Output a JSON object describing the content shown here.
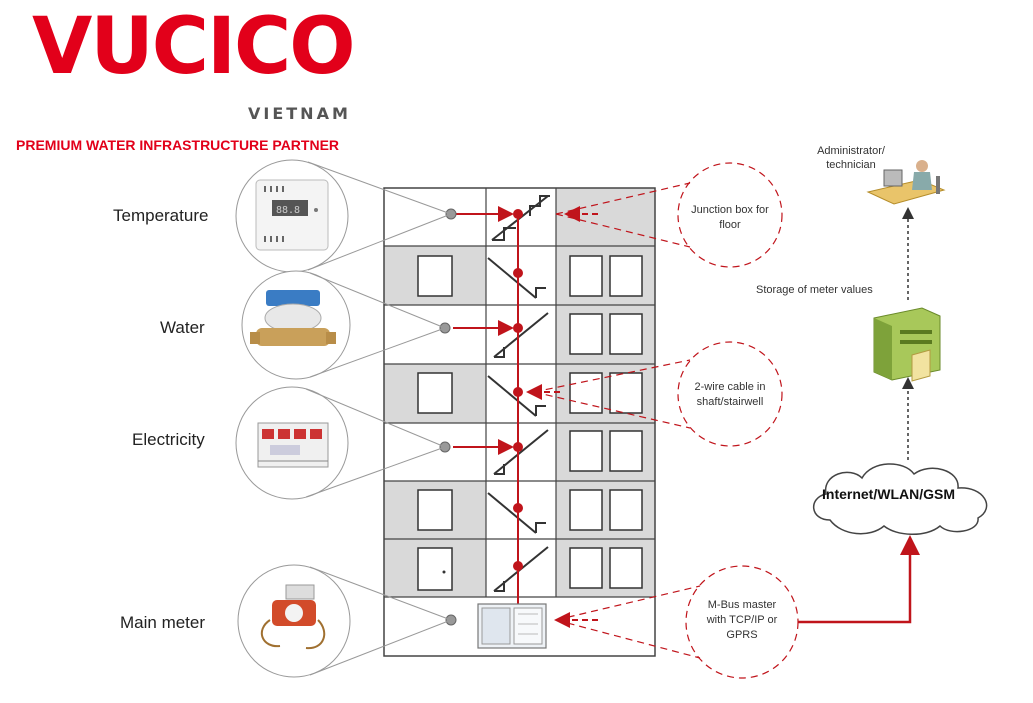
{
  "brand": {
    "logo_text": "VUCICO",
    "logo_sub": "VIETNAM",
    "tagline": "PREMIUM WATER INFRASTRUCTURE PARTNER",
    "color": "#e2001a"
  },
  "sensors": {
    "temperature": "Temperature",
    "water": "Water",
    "electricity": "Electricity",
    "main_meter": "Main meter"
  },
  "callouts": {
    "junction": "Junction box for floor",
    "cable": "2-wire cable in shaft/stairwell",
    "mbus": "M-Bus master with TCP/IP or GPRS"
  },
  "network": {
    "admin": "Administrator/ technician",
    "storage": "Storage of meter values",
    "cloud": "Internet/WLAN/GSM"
  },
  "colors": {
    "wire": "#c0141b",
    "grey_floor": "#d9d9d9",
    "outline": "#444444"
  }
}
